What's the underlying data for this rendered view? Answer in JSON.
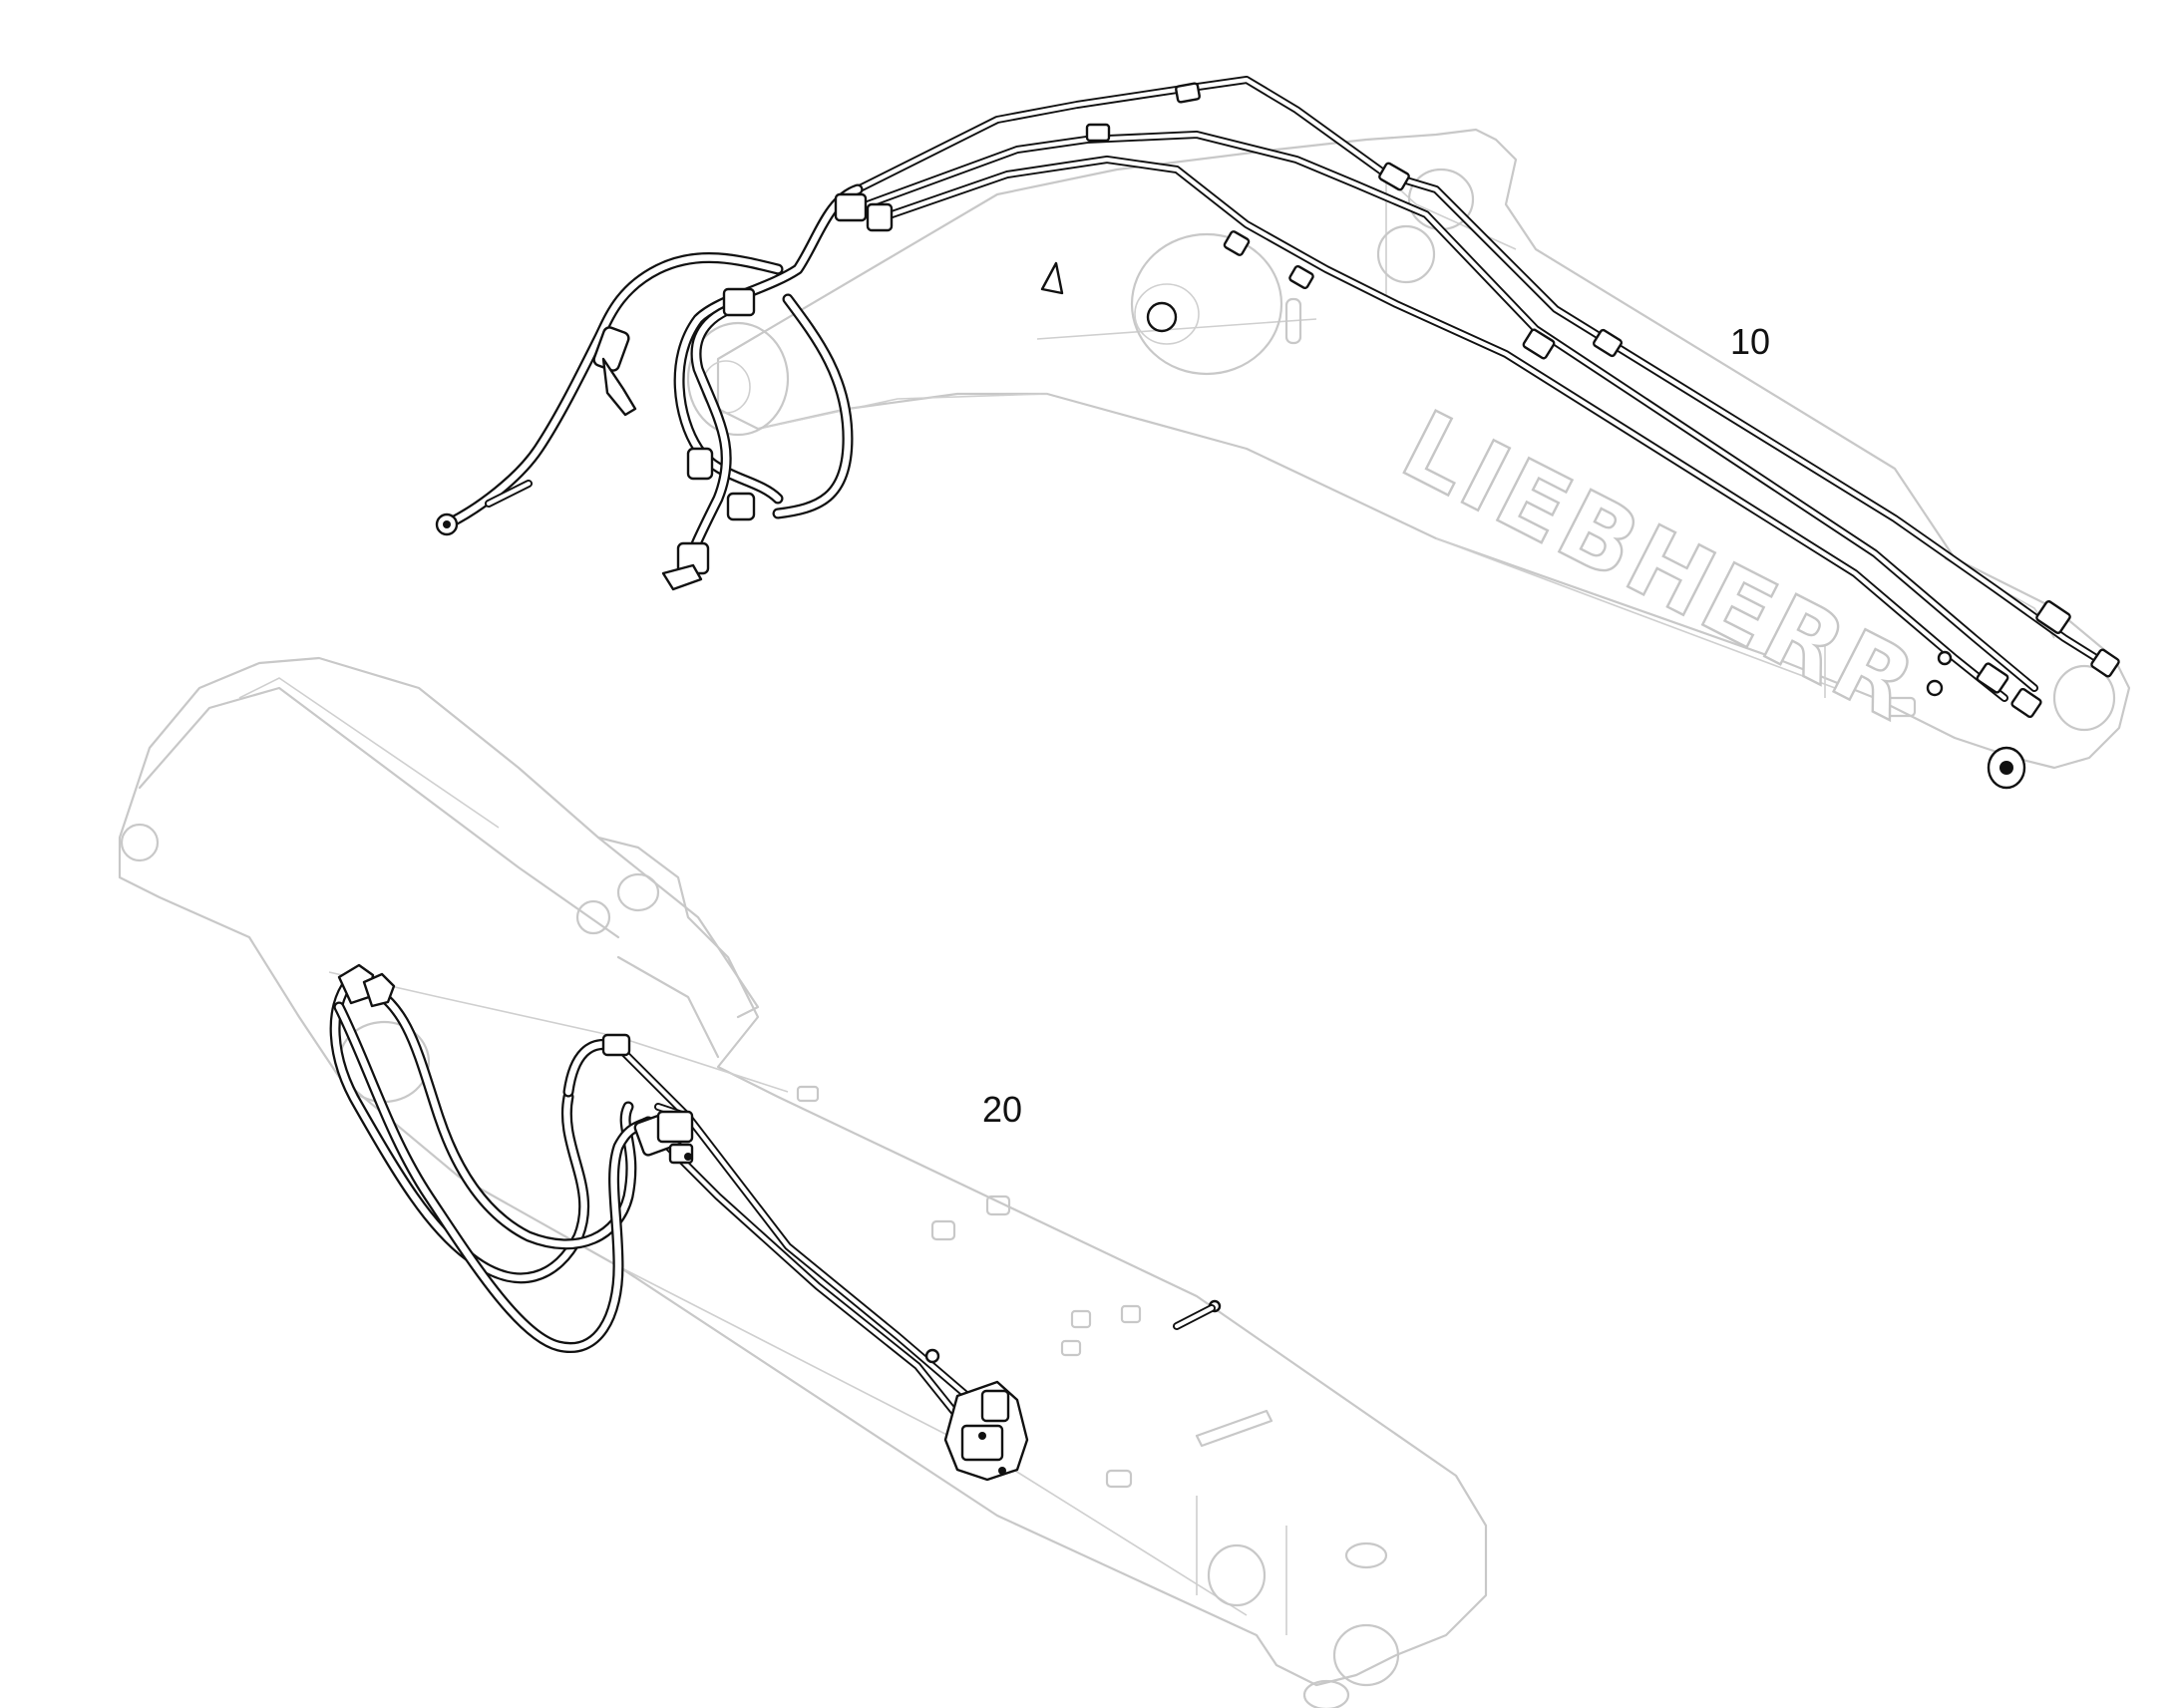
{
  "diagram": {
    "brand_text": "LIEBHERR",
    "callouts": [
      {
        "id": "boom_stick_assembly",
        "label": "10"
      },
      {
        "id": "boom_assembly",
        "label": "20"
      }
    ],
    "colors": {
      "ghost_outline": "#c8c8c8",
      "hydraulic_line": "#111111",
      "background": "#ffffff"
    }
  }
}
